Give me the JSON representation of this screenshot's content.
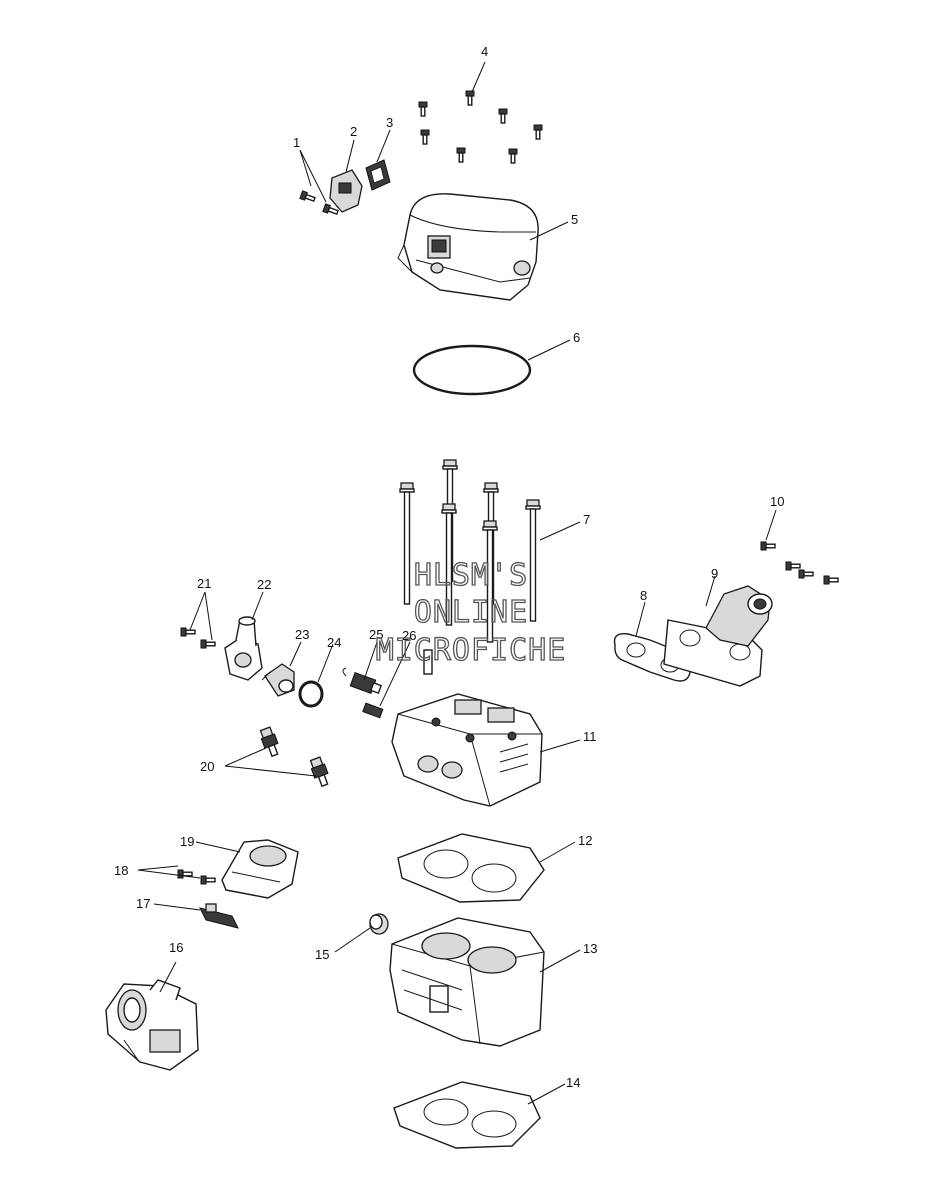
{
  "watermark": {
    "line1": "HLSM'S",
    "line2": "ONLINE",
    "line3": "MICROFICHE"
  },
  "callouts": [
    {
      "id": "c1",
      "text": "1"
    },
    {
      "id": "c2",
      "text": "2"
    },
    {
      "id": "c3",
      "text": "3"
    },
    {
      "id": "c4",
      "text": "4"
    },
    {
      "id": "c5",
      "text": "5"
    },
    {
      "id": "c6",
      "text": "6"
    },
    {
      "id": "c7",
      "text": "7"
    },
    {
      "id": "c8",
      "text": "8"
    },
    {
      "id": "c9",
      "text": "9"
    },
    {
      "id": "c10",
      "text": "10"
    },
    {
      "id": "c11",
      "text": "11"
    },
    {
      "id": "c12",
      "text": "12"
    },
    {
      "id": "c13",
      "text": "13"
    },
    {
      "id": "c14",
      "text": "14"
    },
    {
      "id": "c15",
      "text": "15"
    },
    {
      "id": "c16",
      "text": "16"
    },
    {
      "id": "c17",
      "text": "17"
    },
    {
      "id": "c18",
      "text": "18"
    },
    {
      "id": "c19",
      "text": "19"
    },
    {
      "id": "c20",
      "text": "20"
    },
    {
      "id": "c21",
      "text": "21"
    },
    {
      "id": "c22",
      "text": "22"
    },
    {
      "id": "c23",
      "text": "23"
    },
    {
      "id": "c24",
      "text": "24"
    },
    {
      "id": "c25",
      "text": "25"
    },
    {
      "id": "c26",
      "text": "26"
    }
  ]
}
